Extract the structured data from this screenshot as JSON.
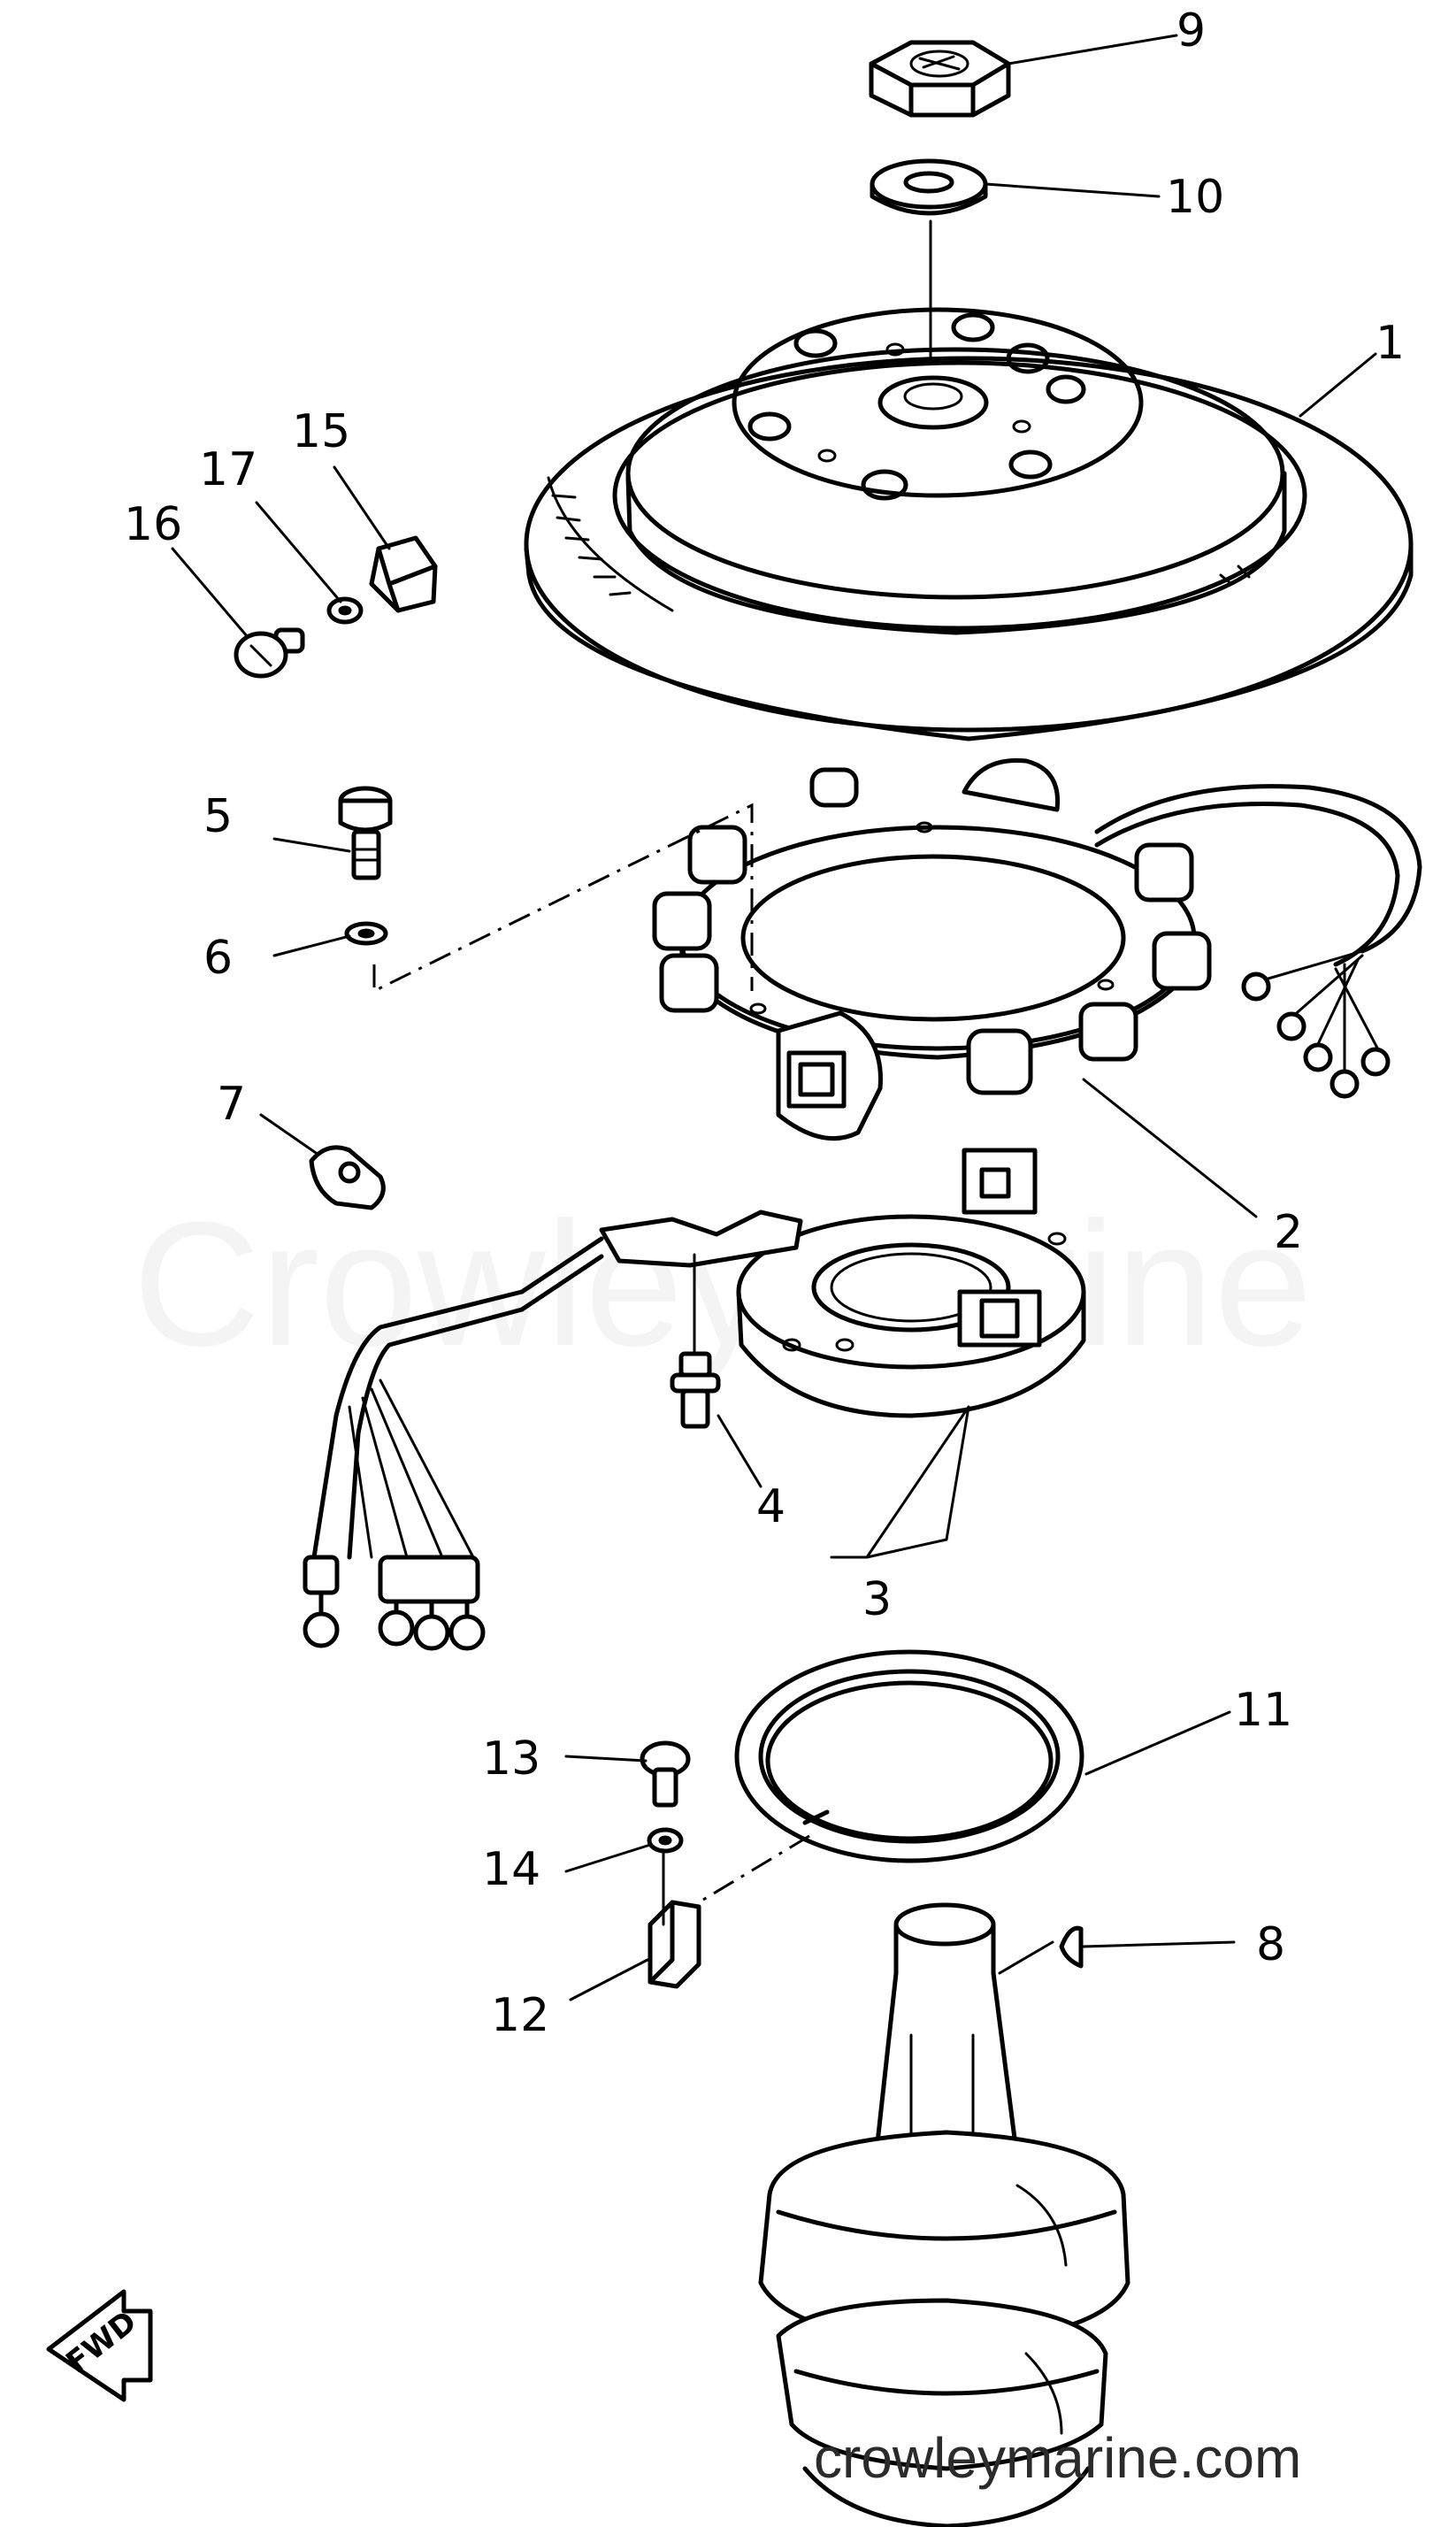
{
  "parts": [
    {
      "number": "1",
      "name": "flywheel"
    },
    {
      "number": "2",
      "name": "stator"
    },
    {
      "number": "3",
      "name": "base-assembly"
    },
    {
      "number": "4",
      "name": "screw"
    },
    {
      "number": "5",
      "name": "bolt"
    },
    {
      "number": "6",
      "name": "washer"
    },
    {
      "number": "7",
      "name": "clamp"
    },
    {
      "number": "8",
      "name": "woodruff-key"
    },
    {
      "number": "9",
      "name": "nut"
    },
    {
      "number": "10",
      "name": "washer"
    },
    {
      "number": "11",
      "name": "retaining-ring"
    },
    {
      "number": "12",
      "name": "bracket"
    },
    {
      "number": "13",
      "name": "screw"
    },
    {
      "number": "14",
      "name": "washer"
    },
    {
      "number": "15",
      "name": "cable-holder"
    },
    {
      "number": "16",
      "name": "screw"
    },
    {
      "number": "17",
      "name": "washer"
    }
  ],
  "watermark": "CrowleyMarine",
  "footer": {
    "site": "crowleymarine.com"
  },
  "direction_badge": "FWD"
}
